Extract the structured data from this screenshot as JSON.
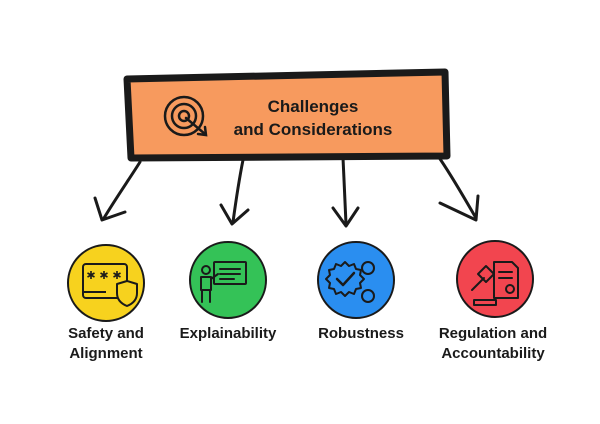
{
  "title": {
    "line1": "Challenges",
    "line2": "and Considerations",
    "icon": "target-icon"
  },
  "colors": {
    "title_box": "#f79a5e",
    "outline": "#1a1a1a",
    "safety": "#f7d21e",
    "explainability": "#34c257",
    "robustness": "#2a8ef0",
    "regulation": "#f2454f"
  },
  "nodes": [
    {
      "key": "safety",
      "icon": "lock-shield-icon",
      "label_lines": [
        "Safety and",
        "Alignment"
      ]
    },
    {
      "key": "explainability",
      "icon": "presenter-icon",
      "label_lines": [
        "Explainability"
      ]
    },
    {
      "key": "robustness",
      "icon": "gears-check-icon",
      "label_lines": [
        "Robustness"
      ]
    },
    {
      "key": "regulation",
      "icon": "gavel-document-icon",
      "label_lines": [
        "Regulation and",
        "Accountability"
      ]
    }
  ]
}
